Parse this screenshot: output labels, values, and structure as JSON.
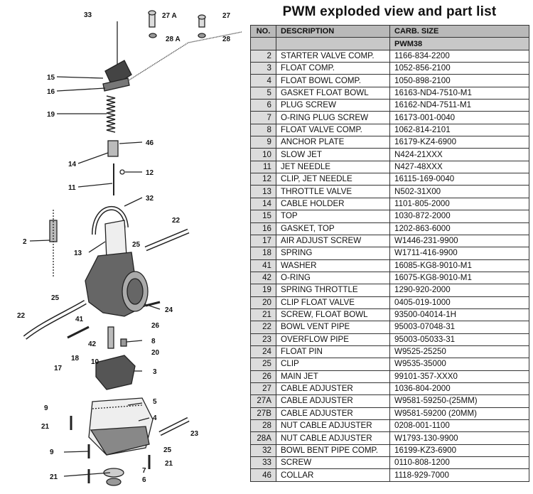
{
  "title": "PWM exploded view and part list",
  "table": {
    "headers": [
      "NO.",
      "DESCRIPTION",
      "CARB. SIZE"
    ],
    "subheader": "PWM38",
    "rows": [
      {
        "no": "2",
        "desc": "STARTER VALVE COMP.",
        "part": "1166-834-2200"
      },
      {
        "no": "3",
        "desc": "FLOAT COMP.",
        "part": "1052-856-2100"
      },
      {
        "no": "4",
        "desc": "FLOAT BOWL COMP.",
        "part": "1050-898-2100"
      },
      {
        "no": "5",
        "desc": "GASKET FLOAT BOWL",
        "part": "16163-ND4-7510-M1"
      },
      {
        "no": "6",
        "desc": "PLUG SCREW",
        "part": "16162-ND4-7511-M1"
      },
      {
        "no": "7",
        "desc": "O-RING PLUG SCREW",
        "part": "16173-001-0040"
      },
      {
        "no": "8",
        "desc": "FLOAT VALVE COMP.",
        "part": "1062-814-2101"
      },
      {
        "no": "9",
        "desc": "ANCHOR PLATE",
        "part": "16179-KZ4-6900"
      },
      {
        "no": "10",
        "desc": "SLOW JET",
        "part": "N424-21XXX"
      },
      {
        "no": "11",
        "desc": "JET NEEDLE",
        "part": "N427-48XXX"
      },
      {
        "no": "12",
        "desc": "CLIP, JET NEEDLE",
        "part": "16115-169-0040"
      },
      {
        "no": "13",
        "desc": "THROTTLE VALVE",
        "part": "N502-31X00"
      },
      {
        "no": "14",
        "desc": "CABLE HOLDER",
        "part": "1101-805-2000"
      },
      {
        "no": "15",
        "desc": "TOP",
        "part": "1030-872-2000"
      },
      {
        "no": "16",
        "desc": "GASKET, TOP",
        "part": "1202-863-6000"
      },
      {
        "no": "17",
        "desc": "AIR ADJUST SCREW",
        "part": "W1446-231-9900"
      },
      {
        "no": "18",
        "desc": "SPRING",
        "part": "W1711-416-9900"
      },
      {
        "no": "41",
        "desc": "WASHER",
        "part": "16085-KG8-9010-M1"
      },
      {
        "no": "42",
        "desc": "O-RING",
        "part": "16075-KG8-9010-M1"
      },
      {
        "no": "19",
        "desc": "SPRING THROTTLE",
        "part": "1290-920-2000"
      },
      {
        "no": "20",
        "desc": "CLIP FLOAT VALVE",
        "part": "0405-019-1000"
      },
      {
        "no": "21",
        "desc": "SCREW, FLOAT BOWL",
        "part": "93500-04014-1H"
      },
      {
        "no": "22",
        "desc": "BOWL VENT PIPE",
        "part": "95003-07048-31"
      },
      {
        "no": "23",
        "desc": "OVERFLOW PIPE",
        "part": "95003-05033-31"
      },
      {
        "no": "24",
        "desc": "FLOAT PIN",
        "part": "W9525-25250"
      },
      {
        "no": "25",
        "desc": "CLIP",
        "part": "W9535-35000"
      },
      {
        "no": "26",
        "desc": "MAIN JET",
        "part": "99101-357-XXX0"
      },
      {
        "no": "27",
        "desc": "CABLE ADJUSTER",
        "part": "1036-804-2000"
      },
      {
        "no": "27A",
        "desc": "CABLE ADJUSTER",
        "part": "W9581-59250-(25MM)"
      },
      {
        "no": "27B",
        "desc": "CABLE ADJUSTER",
        "part": "W9581-59200 (20MM)"
      },
      {
        "no": "28",
        "desc": "NUT CABLE ADJUSTER",
        "part": "0208-001-1100"
      },
      {
        "no": "28A",
        "desc": "NUT CABLE ADJUSTER",
        "part": "W1793-130-9900"
      },
      {
        "no": "32",
        "desc": "BOWL BENT PIPE COMP.",
        "part": "16199-KZ3-6900"
      },
      {
        "no": "33",
        "desc": "SCREW",
        "part": "0110-808-1200"
      },
      {
        "no": "46",
        "desc": "COLLAR",
        "part": "1118-929-7000"
      }
    ]
  },
  "diagram_labels": [
    "33",
    "27 A",
    "27",
    "28 A",
    "28",
    "15",
    "16",
    "19",
    "46",
    "14",
    "12",
    "11",
    "32",
    "2",
    "22",
    "25",
    "13",
    "25",
    "22",
    "41",
    "24",
    "26",
    "42",
    "8",
    "18",
    "20",
    "17",
    "10",
    "3",
    "5",
    "9",
    "4",
    "21",
    "23",
    "25",
    "9",
    "7",
    "21",
    "21",
    "6"
  ]
}
